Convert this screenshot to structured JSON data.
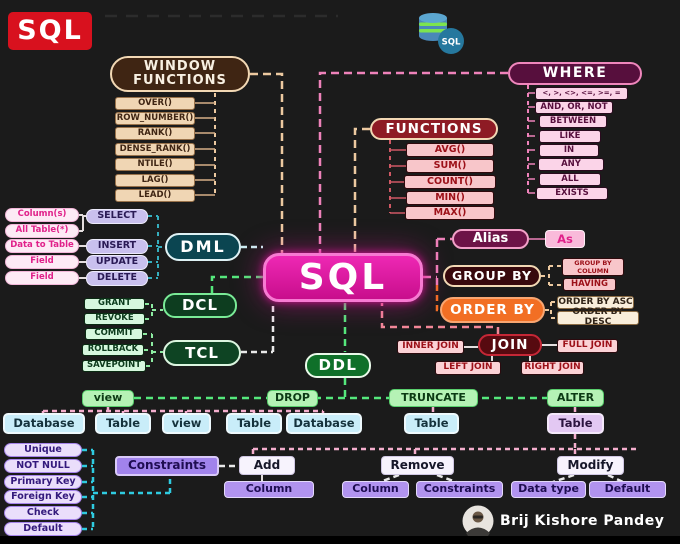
{
  "header": {
    "logo": "SQL",
    "db_icon": "SQL"
  },
  "colors": {
    "accent_magenta": "#e0129f",
    "accent_green": "#55e87c",
    "accent_pink": "#ee82ba",
    "accent_orange": "#f26f24",
    "logo_red": "#d8111e"
  },
  "nodes": {
    "sql": "SQL",
    "window_functions": {
      "title": "WINDOW FUNCTIONS",
      "items": [
        "OVER()",
        "ROW_NUMBER()",
        "RANK()",
        "DENSE_RANK()",
        "NTILE()",
        "LAG()",
        "LEAD()"
      ]
    },
    "where": {
      "title": "WHERE",
      "items": [
        "<, >, <>, <=, >=, =",
        "AND, OR, NOT",
        "BETWEEN",
        "LIKE",
        "IN",
        "ANY",
        "ALL",
        "EXISTS"
      ]
    },
    "functions": {
      "title": "FUNCTIONS",
      "items": [
        "AVG()",
        "SUM()",
        "COUNT()",
        "MIN()",
        "MAX()"
      ]
    },
    "dml": {
      "title": "DML",
      "operands": [
        "Column(s)",
        "All Table(*)",
        "Data to Table",
        "Field",
        "Field"
      ],
      "commands": [
        "SELECT",
        "INSERT",
        "UPDATE",
        "DELETE"
      ]
    },
    "dcl": {
      "title": "DCL",
      "items": [
        "GRANT",
        "REVOKE"
      ]
    },
    "tcl": {
      "title": "TCL",
      "items": [
        "COMMIT",
        "ROLLBACK",
        "SAVEPOINT"
      ]
    },
    "ddl": {
      "title": "DDL",
      "ops": [
        "view",
        "DROP",
        "TRUNCATE",
        "ALTER"
      ],
      "drop_targets": [
        "Database",
        "Table",
        "view",
        "Table",
        "Database"
      ],
      "truncate_targets": [
        "Table"
      ],
      "alter_targets": [
        "Table"
      ]
    },
    "alias": {
      "title": "Alias",
      "child": "As"
    },
    "group_by": {
      "title": "GROUP BY",
      "items": [
        "GROUP BY COLUMN",
        "HAVING"
      ]
    },
    "order_by": {
      "title": "ORDER BY",
      "items": [
        "ORDER BY ASC",
        "ORDER BY DESC"
      ]
    },
    "join": {
      "title": "JOIN",
      "items": [
        "INNER JOIN",
        "FULL JOIN",
        "LEFT JOIN",
        "RIGHT JOIN"
      ]
    },
    "constraints": {
      "title": "Constraints",
      "types": [
        "Unique",
        "NOT NULL",
        "Primary Key",
        "Foreign Key",
        "Check",
        "Default"
      ]
    },
    "alter_actions": {
      "add": {
        "title": "Add",
        "targets": [
          "Column"
        ]
      },
      "remove": {
        "title": "Remove",
        "targets": [
          "Column",
          "Constraints"
        ]
      },
      "modify": {
        "title": "Modify",
        "targets": [
          "Data type",
          "Default"
        ]
      }
    }
  },
  "footer": {
    "author": "Brij Kishore Pandey"
  }
}
